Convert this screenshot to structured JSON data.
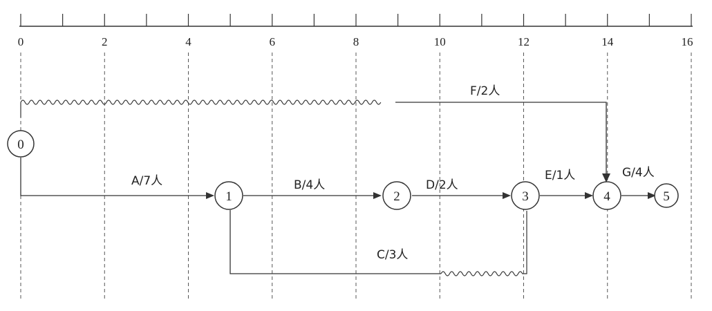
{
  "timescale": {
    "min": 0,
    "max": 16,
    "labels": [
      {
        "value": 0,
        "text": "0"
      },
      {
        "value": 2,
        "text": "2"
      },
      {
        "value": 4,
        "text": "4"
      },
      {
        "value": 6,
        "text": "6"
      },
      {
        "value": 8,
        "text": "8"
      },
      {
        "value": 10,
        "text": "10"
      },
      {
        "value": 12,
        "text": "12"
      },
      {
        "value": 14,
        "text": "14"
      },
      {
        "value": 16,
        "text": "16"
      }
    ]
  },
  "nodes": [
    {
      "id": "0",
      "label": "0"
    },
    {
      "id": "1",
      "label": "1"
    },
    {
      "id": "2",
      "label": "2"
    },
    {
      "id": "3",
      "label": "3"
    },
    {
      "id": "4",
      "label": "4"
    },
    {
      "id": "5",
      "label": "5"
    }
  ],
  "activities": [
    {
      "id": "A",
      "label": "A/7人",
      "from": "0",
      "to": "1",
      "duration": 5,
      "float_time": 0
    },
    {
      "id": "B",
      "label": "B/4人",
      "from": "1",
      "to": "2",
      "duration": 4,
      "float_time": 0
    },
    {
      "id": "C",
      "label": "C/3人",
      "from": "1",
      "to": "3",
      "duration": 5,
      "float_time": 2
    },
    {
      "id": "D",
      "label": "D/2人",
      "from": "2",
      "to": "3",
      "duration": 3,
      "float_time": 0
    },
    {
      "id": "E",
      "label": "E/1人",
      "from": "3",
      "to": "4",
      "duration": 2,
      "float_time": 0
    },
    {
      "id": "F",
      "label": "F/2人",
      "from": "0",
      "to": "4",
      "duration": 5,
      "float_time": 9
    },
    {
      "id": "G",
      "label": "G/4人",
      "from": "4",
      "to": "5",
      "duration": 1,
      "float_time": 0
    }
  ]
}
